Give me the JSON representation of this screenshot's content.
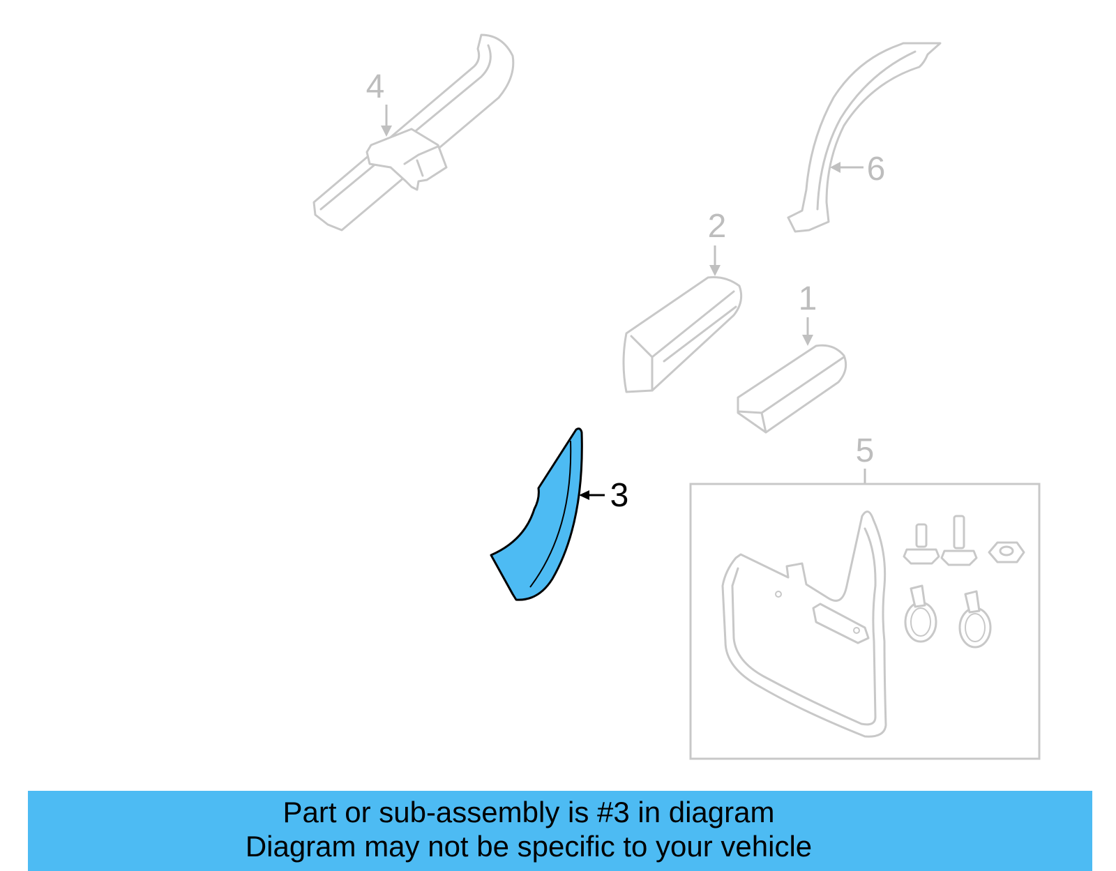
{
  "diagram": {
    "callouts": {
      "part_1": "1",
      "part_2": "2",
      "part_3": "3",
      "part_4": "4",
      "part_5": "5",
      "part_6": "6"
    },
    "highlight_color": "#4dbbf3",
    "ghost_color": "#c8c8c8",
    "highlighted_part": "3"
  },
  "banner": {
    "line1": "Part or sub-assembly is #3 in diagram",
    "line2": "Diagram may not be specific to your vehicle",
    "background": "#4dbbf3"
  }
}
